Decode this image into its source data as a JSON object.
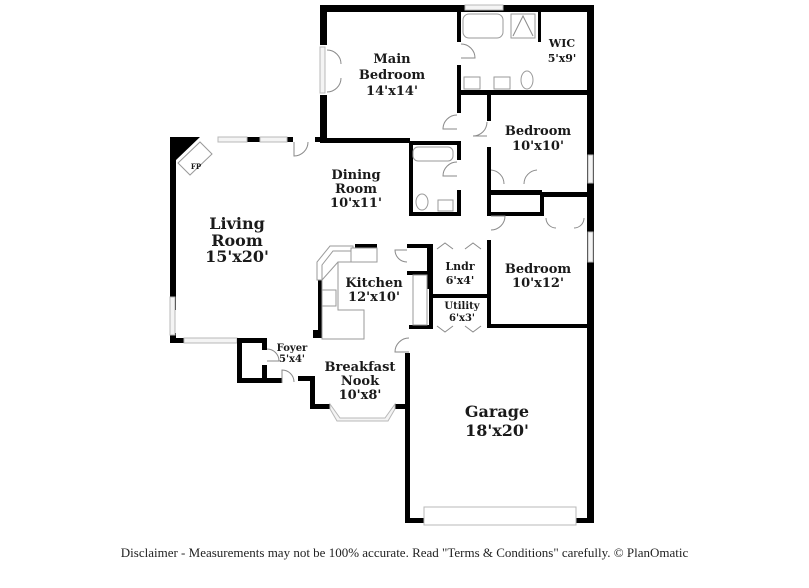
{
  "floor_plan": {
    "rooms": [
      {
        "id": "main-bedroom",
        "name": "Main Bedroom",
        "name_line1": "Main",
        "name_line2": "Bedroom",
        "dims": "14'x14'"
      },
      {
        "id": "wic",
        "name": "WIC",
        "dims": "5'x9'"
      },
      {
        "id": "bedroom-1",
        "name": "Bedroom",
        "dims": "10'x10'"
      },
      {
        "id": "dining-room",
        "name": "Dining Room",
        "name_line1": "Dining",
        "name_line2": "Room",
        "dims": "10'x11'"
      },
      {
        "id": "living-room",
        "name": "Living Room",
        "name_line1": "Living",
        "name_line2": "Room",
        "dims": "15'x20'"
      },
      {
        "id": "kitchen",
        "name": "Kitchen",
        "dims": "12'x10'"
      },
      {
        "id": "laundry",
        "name": "Lndr",
        "dims": "6'x4'"
      },
      {
        "id": "bedroom-2",
        "name": "Bedroom",
        "dims": "10'x12'"
      },
      {
        "id": "utility",
        "name": "Utility",
        "dims": "6'x3'"
      },
      {
        "id": "foyer",
        "name": "Foyer",
        "dims": "5'x4'"
      },
      {
        "id": "breakfast-nook",
        "name": "Breakfast Nook",
        "name_line1": "Breakfast",
        "name_line2": "Nook",
        "dims": "10'x8'"
      },
      {
        "id": "garage",
        "name": "Garage",
        "dims": "18'x20'"
      }
    ],
    "fixtures": {
      "fireplace": "FP"
    }
  },
  "footer": {
    "disclaimer": "Disclaimer - Measurements may not be 100% accurate. Read \"Terms & Conditions\" carefully. © PlanOmatic"
  }
}
